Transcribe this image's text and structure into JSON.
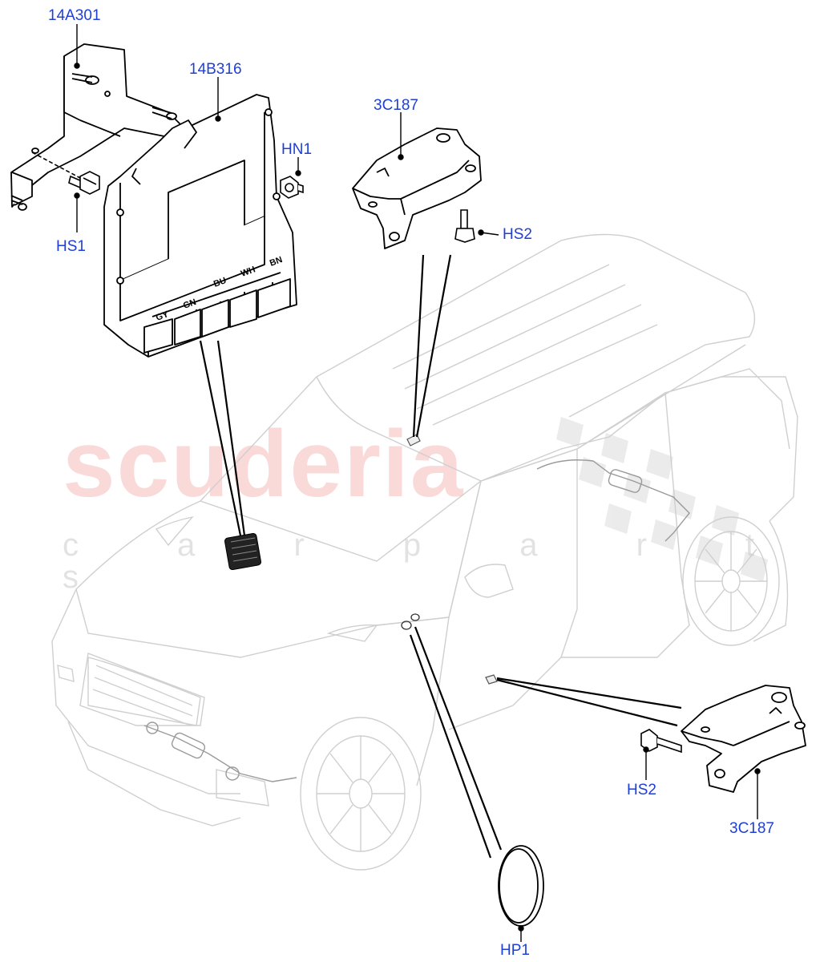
{
  "watermark": {
    "brand": "scuderia",
    "sub": "c a r p a r t s",
    "brand_color": "#ec7878",
    "sub_color": "#969696"
  },
  "callout_color": "#1f3fd6",
  "callouts": {
    "label_14a301": "14A301",
    "label_14b316": "14B316",
    "label_hn1": "HN1",
    "label_hs1": "HS1",
    "label_3c187_top": "3C187",
    "label_hs2_top": "HS2",
    "label_hs2_bottom": "HS2",
    "label_3c187_bottom": "3C187",
    "label_hp1": "HP1"
  },
  "connector_colors": [
    "GY",
    "GN",
    "BU",
    "WH",
    "BN"
  ],
  "parts": [
    {
      "ref": "14A301",
      "name": "bracket"
    },
    {
      "ref": "14B316",
      "name": "control-module"
    },
    {
      "ref": "HN1",
      "name": "nut"
    },
    {
      "ref": "HS1",
      "name": "screw"
    },
    {
      "ref": "3C187",
      "name": "bracket"
    },
    {
      "ref": "HS2",
      "name": "screw"
    },
    {
      "ref": "HP1",
      "name": "plug"
    }
  ]
}
